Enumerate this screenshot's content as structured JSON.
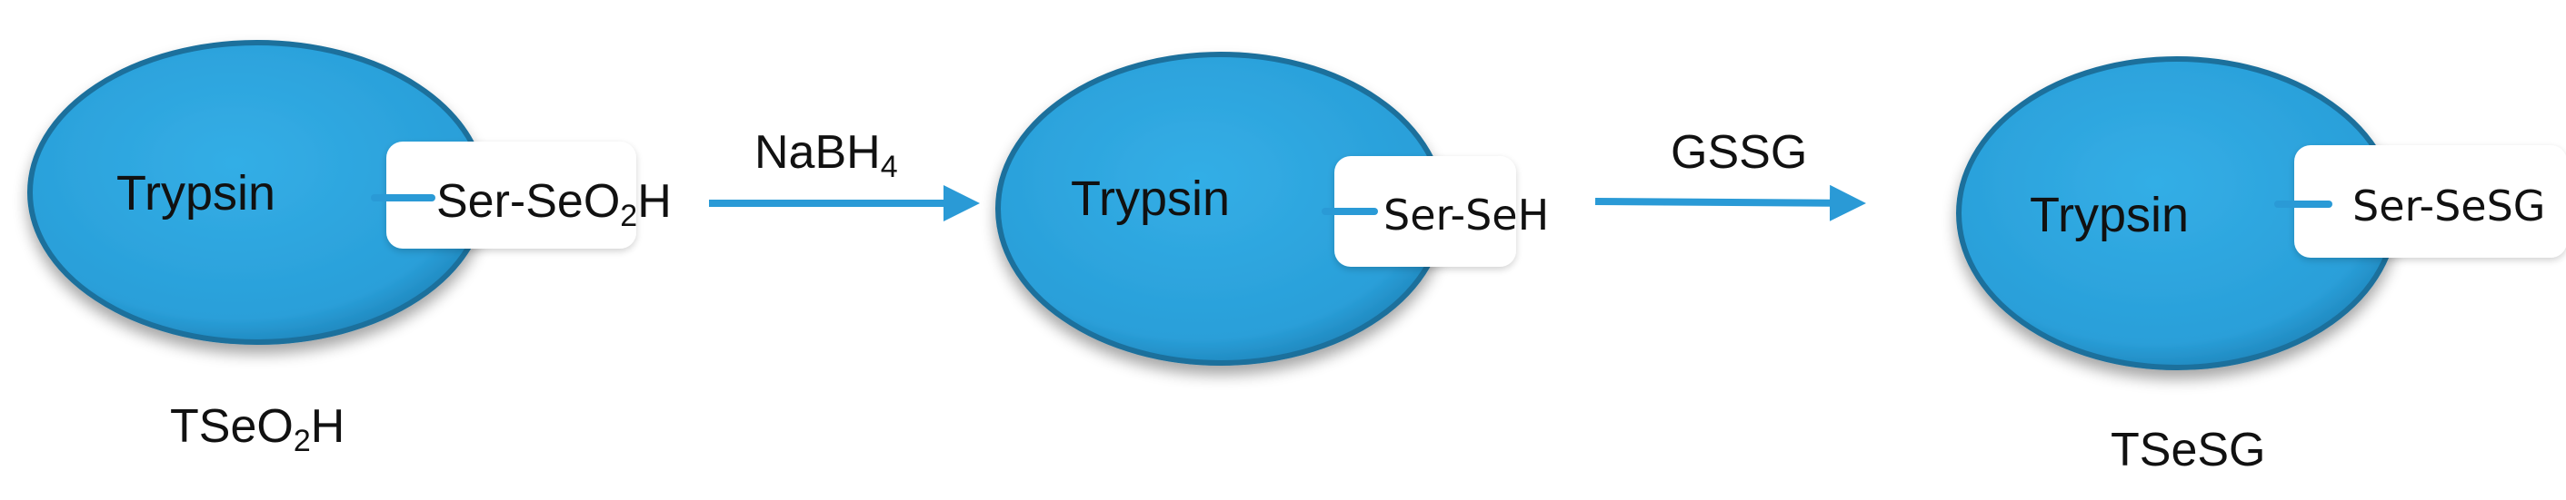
{
  "colors": {
    "enzyme_fill": "#2ea3dd",
    "enzyme_edge": "#1a6f9c",
    "arrow": "#2a9ad6",
    "text": "#111111",
    "box": "#ffffff"
  },
  "states": [
    {
      "enzyme_label": "Trypsin",
      "group_prefix": "Ser-SeO",
      "group_sub": "2",
      "group_suffix": "H",
      "caption_prefix": "TSeO",
      "caption_sub": "2",
      "caption_suffix": "H"
    },
    {
      "enzyme_label": "Trypsin",
      "group_prefix": "Ser-SeH",
      "group_sub": "",
      "group_suffix": "",
      "caption_prefix": "",
      "caption_sub": "",
      "caption_suffix": ""
    },
    {
      "enzyme_label": "Trypsin",
      "group_prefix": "Ser-SeSG",
      "group_sub": "",
      "group_suffix": "",
      "caption_prefix": "TSeSG",
      "caption_sub": "",
      "caption_suffix": ""
    }
  ],
  "reactions": [
    {
      "reagent_prefix": "NaBH",
      "reagent_sub": "4"
    },
    {
      "reagent_prefix": "GSSG",
      "reagent_sub": ""
    }
  ]
}
